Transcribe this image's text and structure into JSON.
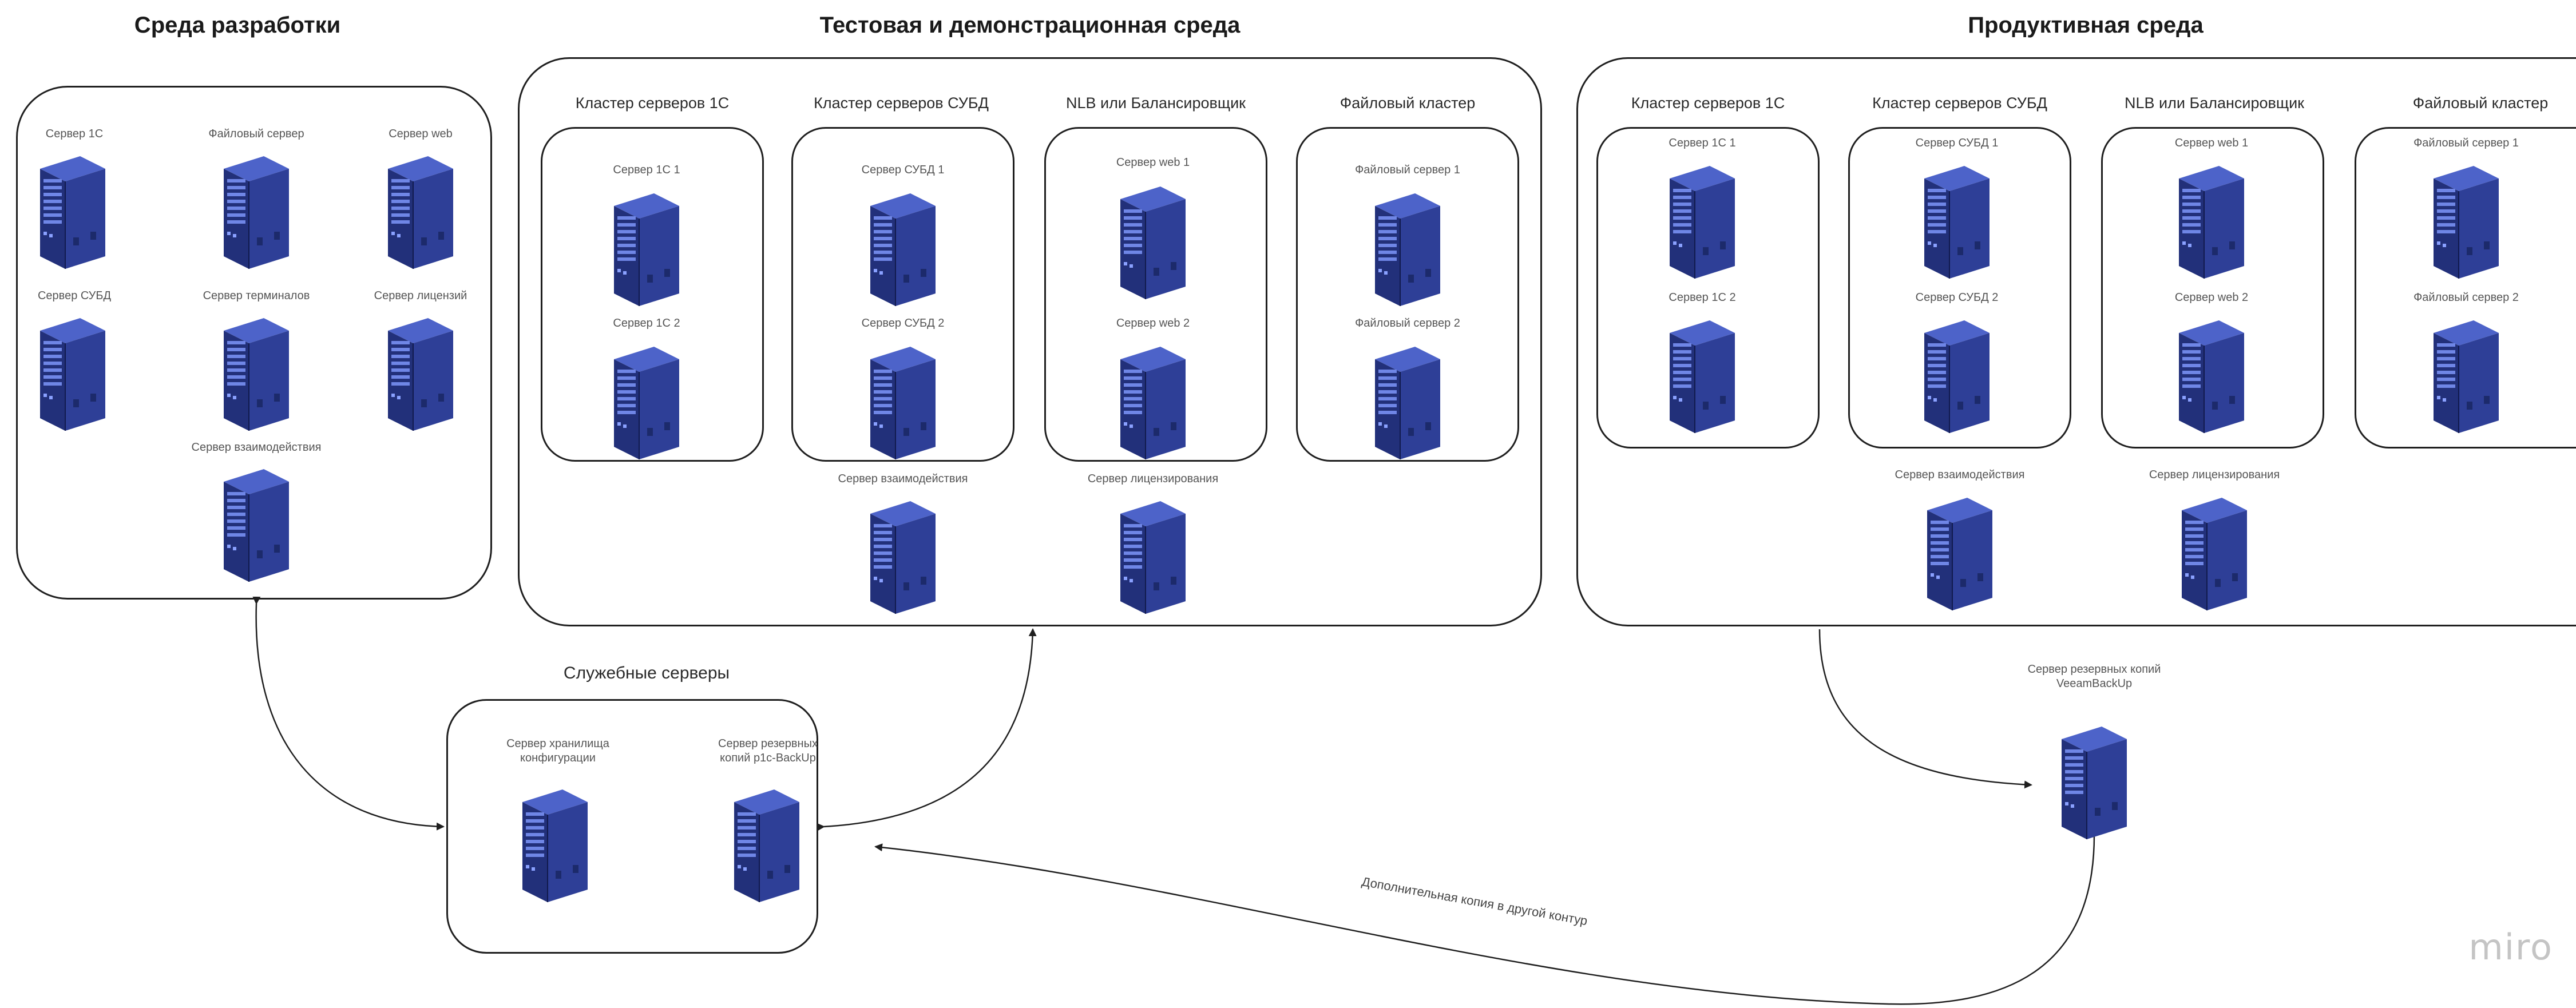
{
  "environments": {
    "dev": {
      "title": "Среда разработки",
      "servers": [
        "Сервер 1С",
        "Файловый сервер",
        "Сервер web",
        "Сервер СУБД",
        "Сервер терминалов",
        "Сервер лицензий",
        "Сервер взаимодействия"
      ]
    },
    "test": {
      "title": "Тестовая и демонстрационная среда",
      "clusters": [
        {
          "title": "Кластер серверов 1С",
          "servers": [
            "Сервер 1С 1",
            "Сервер 1С 2"
          ]
        },
        {
          "title": "Кластер серверов СУБД",
          "servers": [
            "Сервер СУБД 1",
            "Сервер СУБД 2"
          ]
        },
        {
          "title": "NLB или Балансировщик",
          "servers": [
            "Сервер web 1",
            "Сервер web 2"
          ]
        },
        {
          "title": "Файловый кластер",
          "servers": [
            "Файловый сервер 1",
            "Файловый сервер 2"
          ]
        }
      ],
      "extra": [
        "Сервер взаимодействия",
        "Сервер лицензирования"
      ]
    },
    "prod": {
      "title": "Продуктивная среда",
      "clusters": [
        {
          "title": "Кластер серверов 1С",
          "servers": [
            "Сервер 1С 1",
            "Сервер 1С 2"
          ]
        },
        {
          "title": "Кластер серверов СУБД",
          "servers": [
            "Сервер СУБД 1",
            "Сервер СУБД 2"
          ]
        },
        {
          "title": "NLB или Балансировщик",
          "servers": [
            "Сервер web 1",
            "Сервер web 2"
          ]
        },
        {
          "title": "Файловый кластер",
          "servers": [
            "Файловый сервер 1",
            "Файловый сервер 2"
          ]
        }
      ],
      "extra": [
        "Сервер взаимодействия",
        "Сервер лицензирования"
      ]
    }
  },
  "service": {
    "title": "Служебные серверы",
    "servers": [
      "Сервер хранилища конфигурации",
      "Сервер резервных копий p1c-BackUp"
    ]
  },
  "backup": {
    "label": "Сервер резервных копий VeeamBackUp"
  },
  "connections": {
    "extra_copy_label": "Дополнительная копия в другой контур"
  },
  "brand": "miro",
  "colors": {
    "server_dark": "#1c2a6b",
    "server_mid": "#2e3f97",
    "server_light": "#4d63c9",
    "line": "#1f1f1f"
  }
}
